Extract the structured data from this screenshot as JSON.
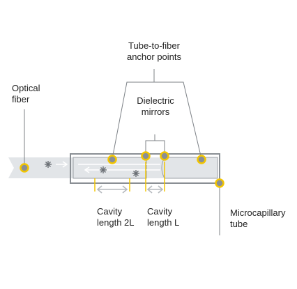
{
  "labels": {
    "anchor_points": [
      "Tube-to-fiber",
      "anchor points"
    ],
    "optical_fiber": [
      "Optical",
      "fiber"
    ],
    "dielectric_mirrors": [
      "Dielectric",
      "mirrors"
    ],
    "cavity_2l": [
      "Cavity",
      "length 2L"
    ],
    "cavity_l": [
      "Cavity",
      "length L"
    ],
    "microcapillary": [
      "Microcapillary",
      "tube"
    ]
  },
  "colors": {
    "fiber_fill": "#e2e5e8",
    "tube_stroke": "#8a8f94",
    "marker_ring": "#f2c500",
    "leader_line": "#7c8186",
    "arrow": "#ffffff",
    "dim_arrow": "#b6babe",
    "asterisk": "#6a6f74"
  },
  "icons": [
    "asterisk-icon",
    "arrow-right-icon",
    "arrow-left-icon",
    "double-arrow-icon"
  ]
}
